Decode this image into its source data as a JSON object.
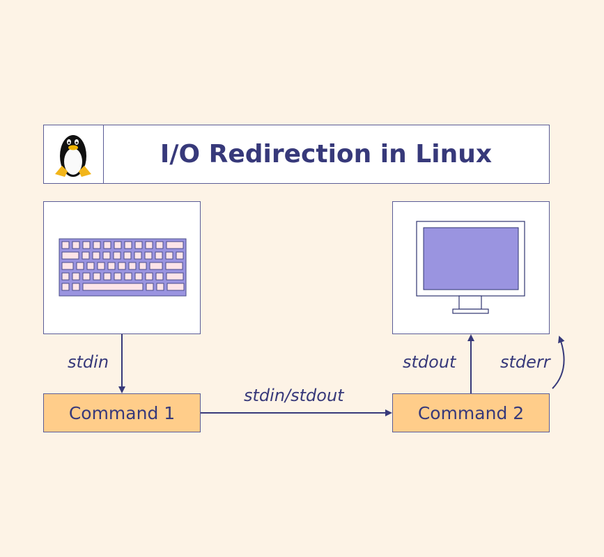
{
  "title": "I/O Redirection in Linux",
  "nodes": {
    "command1": "Command 1",
    "command2": "Command 2"
  },
  "edges": {
    "stdin": "stdin",
    "pipe": "stdin/stdout",
    "stdout": "stdout",
    "stderr": "stderr"
  },
  "colors": {
    "background": "#fdf3e6",
    "ink": "#37397a",
    "command_fill": "#ffcd8a",
    "screen": "#9a94e0",
    "keys": "#fde4e8"
  }
}
